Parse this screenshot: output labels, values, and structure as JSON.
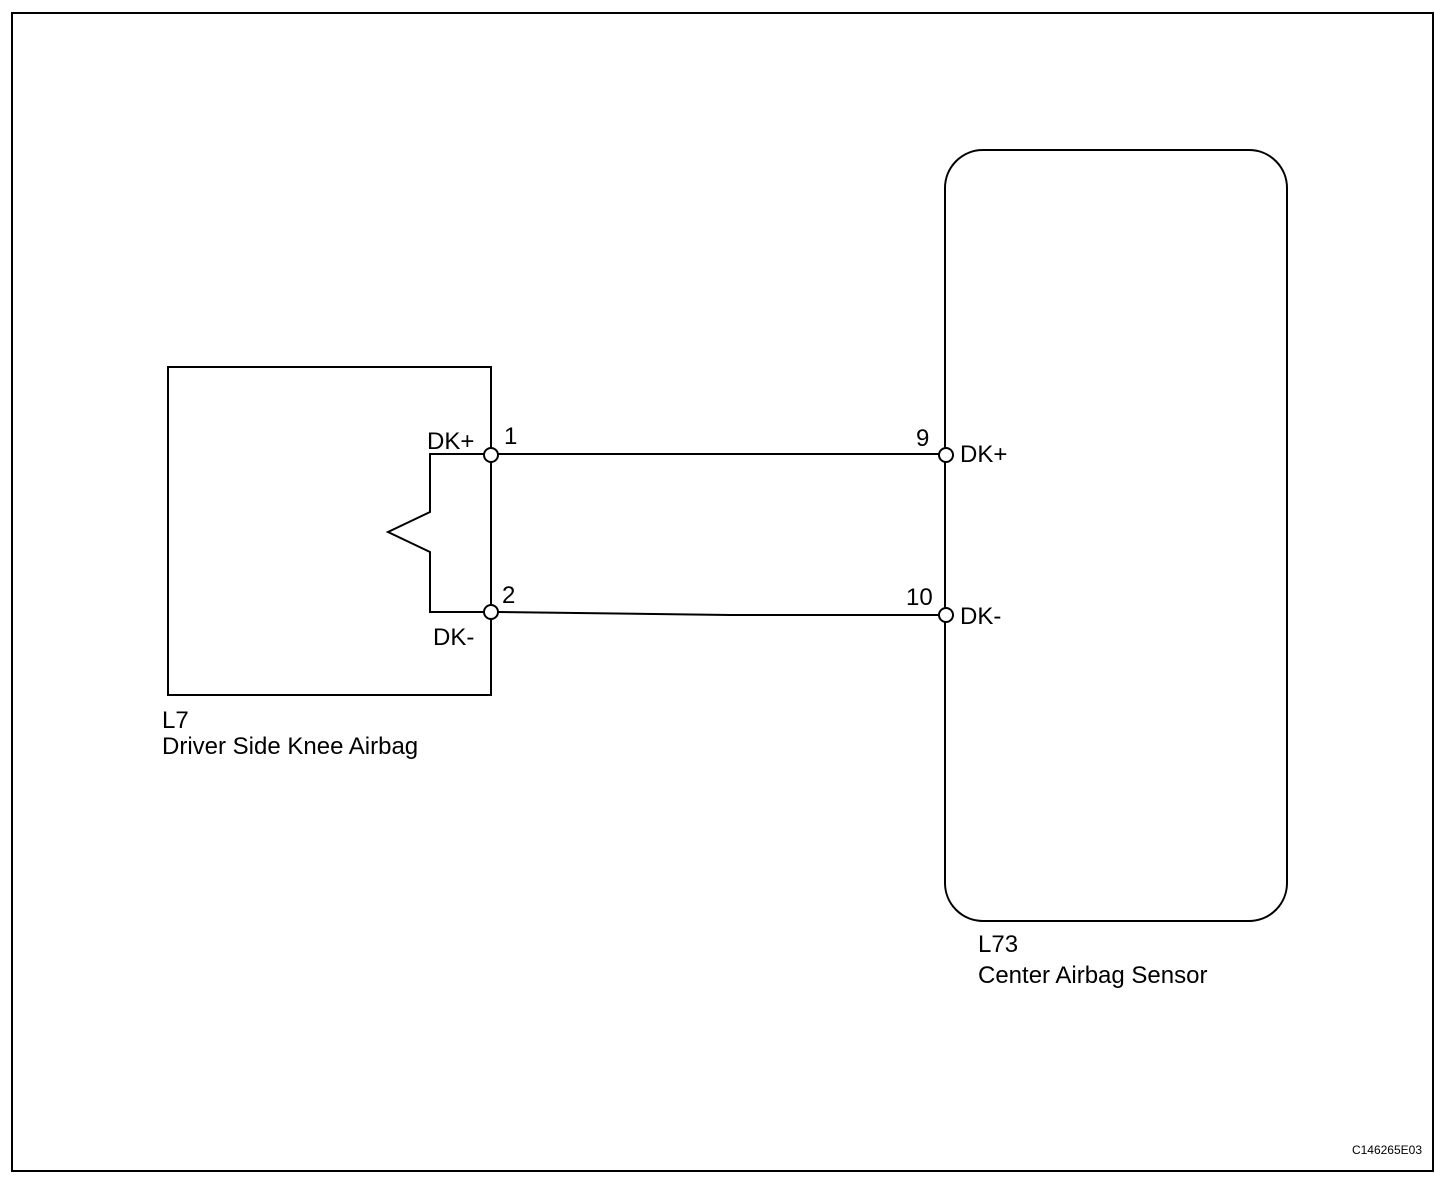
{
  "diagram": {
    "figure_code": "C146265E03",
    "left_component": {
      "code": "L7",
      "name": "Driver Side Knee Airbag",
      "terminals": [
        {
          "pin": "1",
          "signal": "DK+"
        },
        {
          "pin": "2",
          "signal": "DK-"
        }
      ]
    },
    "right_component": {
      "code": "L73",
      "name": "Center Airbag Sensor",
      "terminals": [
        {
          "pin": "9",
          "signal": "DK+"
        },
        {
          "pin": "10",
          "signal": "DK-"
        }
      ]
    }
  }
}
